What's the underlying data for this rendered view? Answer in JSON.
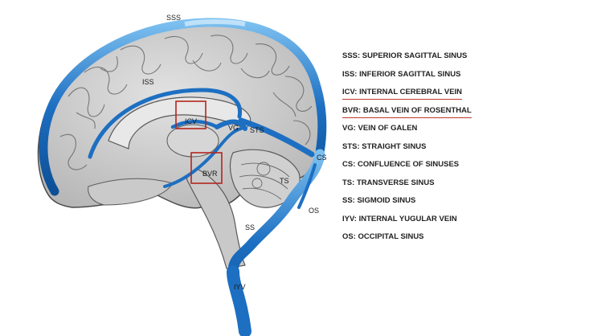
{
  "figure": {
    "labels": {
      "sss": "SSS",
      "iss": "ISS",
      "icv": "ICV",
      "vg": "VG",
      "sts": "STS",
      "cs": "CS",
      "bvr": "BVR",
      "ts": "TS",
      "os": "OS",
      "ss": "SS",
      "iyv": "IYV"
    },
    "colors": {
      "vein": "#1d6fc2",
      "vein_highlight": "#7cc0f0",
      "brain": "#cfcfcf",
      "highlight_box": "#b3261e"
    }
  },
  "legend": {
    "items": [
      {
        "text": "SSS: SUPERIOR SAGITTAL SINUS",
        "highlighted": false
      },
      {
        "text": "ISS: INFERIOR SAGITTAL SINUS",
        "highlighted": false
      },
      {
        "text": "ICV: INTERNAL CEREBRAL VEIN",
        "highlighted": true
      },
      {
        "text": "BVR: BASAL VEIN OF ROSENTHAL",
        "highlighted": true
      },
      {
        "text": "VG: VEIN OF GALEN",
        "highlighted": false
      },
      {
        "text": "STS: STRAIGHT SINUS",
        "highlighted": false
      },
      {
        "text": "CS: CONFLUENCE OF SINUSES",
        "highlighted": false
      },
      {
        "text": "TS: TRANSVERSE SINUS",
        "highlighted": false
      },
      {
        "text": "SS: SIGMOID SINUS",
        "highlighted": false
      },
      {
        "text": "IYV: INTERNAL YUGULAR VEIN",
        "highlighted": false
      },
      {
        "text": "OS: OCCIPITAL SINUS",
        "highlighted": false
      }
    ]
  }
}
